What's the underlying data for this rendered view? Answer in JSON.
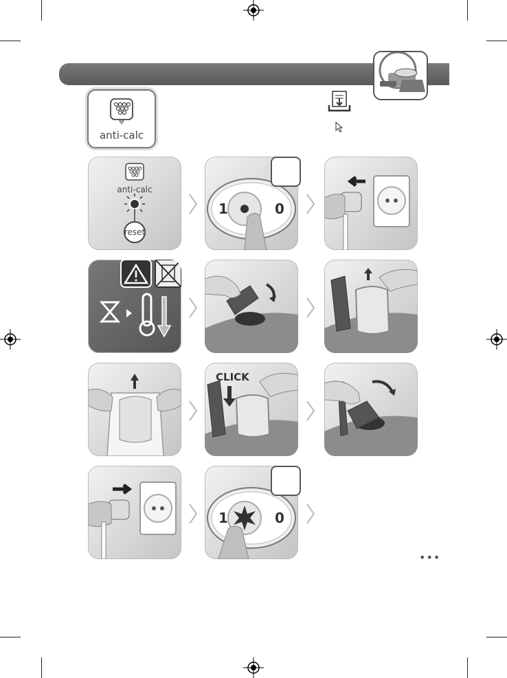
{
  "badge": {
    "label": "anti-calc",
    "icon": "descaling-cartridge-icon"
  },
  "step1": {
    "label": "anti-calc",
    "reset_label": "reset"
  },
  "step2": {
    "switch_on": "1",
    "switch_off": "0"
  },
  "step8": {
    "callout": "CLICK"
  },
  "step11": {
    "switch_on": "1",
    "switch_off": "0"
  },
  "more_indicator": "•••",
  "colors": {
    "bar": "#666666",
    "panel_light": "#f2f2f2",
    "panel_dark": "#c4c4c4",
    "warning": "#444444"
  }
}
